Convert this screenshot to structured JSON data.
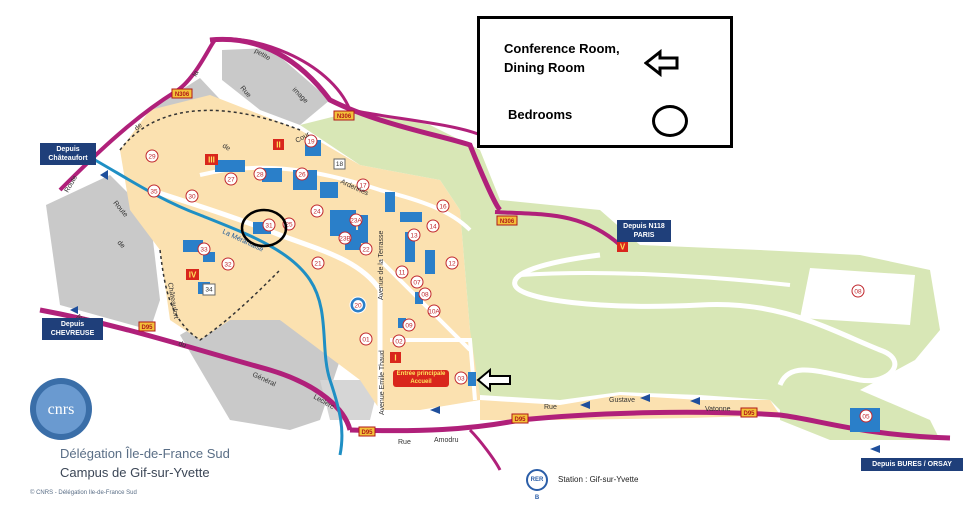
{
  "legend": {
    "conference_line1": "Conference Room,",
    "conference_line2": "Dining Room",
    "bedrooms": "Bedrooms",
    "arrow_icon": "outline-left-arrow-icon",
    "circle_icon": "outline-circle-icon"
  },
  "entry_points": {
    "chateaufort_line1": "Depuis",
    "chateaufort_line2": "Châteaufort",
    "chevreuse_line1": "Depuis",
    "chevreuse_line2": "CHEVREUSE",
    "n118_line1": "Depuis N118",
    "n118_line2": "PARIS",
    "bures": "Depuis BURES / ORSAY"
  },
  "road_badges": {
    "n306_a": "N306",
    "n306_b": "N306",
    "n306_c": "N306",
    "d95_a": "D95",
    "d95_b": "D95",
    "d95_c": "D95",
    "d95_d": "D95"
  },
  "streets": {
    "petite": "petite",
    "la": "la",
    "de": "de",
    "rue": "Rue",
    "image": "image",
    "route": "Route",
    "route2": "Route",
    "de2": "de",
    "chateaufort": "Châteaufort",
    "de3": "de",
    "la_mérantaise": "La Mérantaise",
    "avenue_terrasse": "Avenue de la Terrasse",
    "avenue_emile": "Avenue Emile Thaud",
    "ave": "Avenue",
    "du": "du",
    "general": "Général",
    "leclerc": "Leclerc",
    "rue_amodru": "Rue",
    "amodru": "Amodru",
    "rue_gustave": "Rue",
    "gustave": "Gustave",
    "vatonne": "Vatonne",
    "cour": "Cour",
    "ardennes": "Ardennes"
  },
  "buildings": [
    "29",
    "35",
    "30",
    "27",
    "28",
    "26",
    "19",
    "18",
    "17",
    "16",
    "31",
    "25",
    "24",
    "23A",
    "23B",
    "22",
    "14",
    "13",
    "12",
    "11",
    "07",
    "08",
    "10A",
    "09",
    "02",
    "01",
    "20",
    "21",
    "33",
    "32",
    "34",
    "03",
    "05",
    "08"
  ],
  "roman_markers": [
    "I",
    "II",
    "III",
    "IV",
    "V"
  ],
  "entrance": {
    "line1": "Entrée principale",
    "line2": "Accueil"
  },
  "station": {
    "badge": "RER B",
    "label": "Station : Gif-sur-Yvette"
  },
  "brand": {
    "logo_text": "cnrs",
    "title": "Délégation Île-de-France Sud",
    "subtitle": "Campus de Gif-sur-Yvette",
    "copyright": "© CNRS - Délégation Ile-de-France Sud"
  },
  "colors": {
    "campus": "#fbe1b0",
    "green": "#d8e7b6",
    "gray": "#c9c9c9",
    "road": "#ffffff",
    "border_road": "#b0207a",
    "river": "#1f8fc4",
    "building": "#2a7fc9",
    "label_circle": "#c0282e"
  }
}
